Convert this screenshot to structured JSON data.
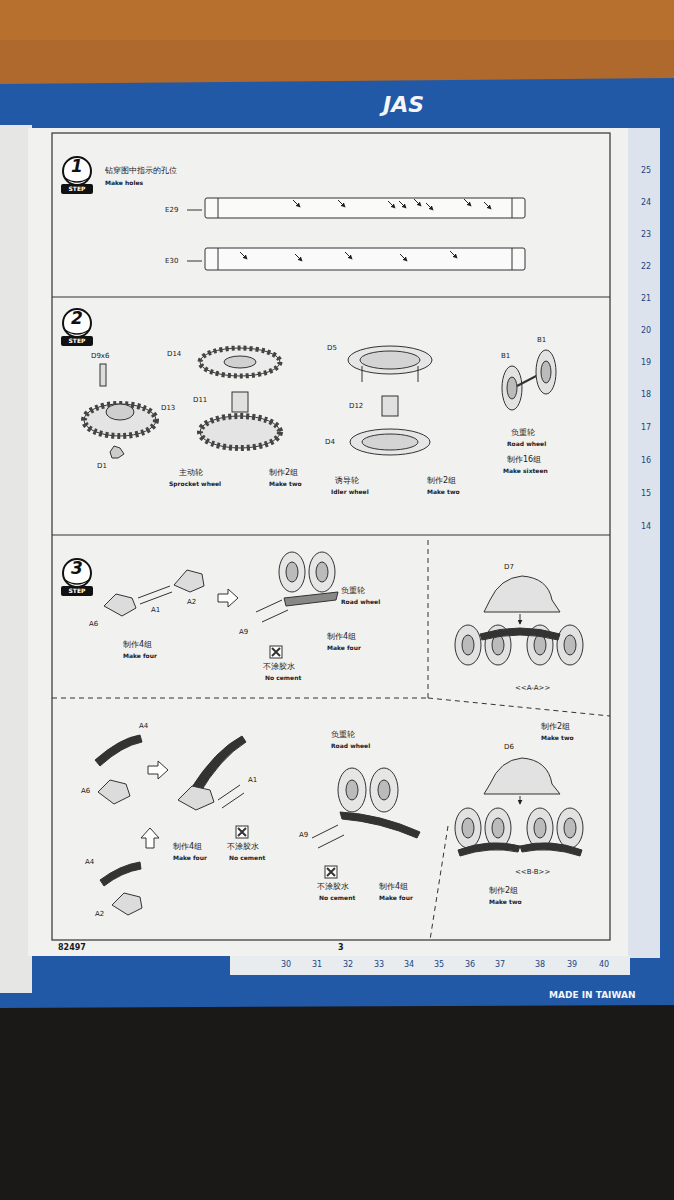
{
  "diagram": {
    "nodes": [
      {
        "text": [
          "1",
          "STEP"
        ]
      },
      {
        "text": [
          "2",
          "STEP"
        ]
      },
      {
        "text": [
          "3",
          "STEP"
        ]
      }
    ],
    "labels": [
      "钻穿图中指示的孔位",
      "Make holes",
      "E29",
      "E30",
      "D9x6",
      "D13",
      "D1",
      "D14",
      "D11",
      "主动轮",
      "Sprocket wheel",
      "制作2组",
      "Make two",
      "D5",
      "D12",
      "D4",
      "诱导轮",
      "Idler wheel",
      "制作2组",
      "Make two",
      "B1",
      "B1",
      "负重轮",
      "Road wheel",
      "制作16组",
      "Make sixteen",
      "A1",
      "A2",
      "A6",
      "制作4组",
      "Make four",
      "A9",
      "负重轮",
      "Road wheel",
      "制作4组",
      "Make four",
      "不涂胶水",
      "No cement",
      "D7",
      "<<A-A>>",
      "制作2组",
      "Make two",
      "A4",
      "A6",
      "A1",
      "制作4组",
      "Make four",
      "不涂胶水",
      "No cement",
      "A4",
      "A2",
      "负重轮",
      "Road wheel",
      "A9",
      "不涂胶水",
      "No cement",
      "制作4组",
      "Make four",
      "D6",
      "<<B-B>>",
      "制作2组",
      "Make two",
      "82497",
      "3",
      "MADE IN TAIWAN",
      "JAS",
      "25",
      "24",
      "23",
      "22",
      "21",
      "20",
      "19",
      "18",
      "17",
      "16",
      "15",
      "14",
      "30",
      "31",
      "32",
      "33",
      "34",
      "35",
      "36",
      "37",
      "38",
      "39",
      "40"
    ]
  }
}
